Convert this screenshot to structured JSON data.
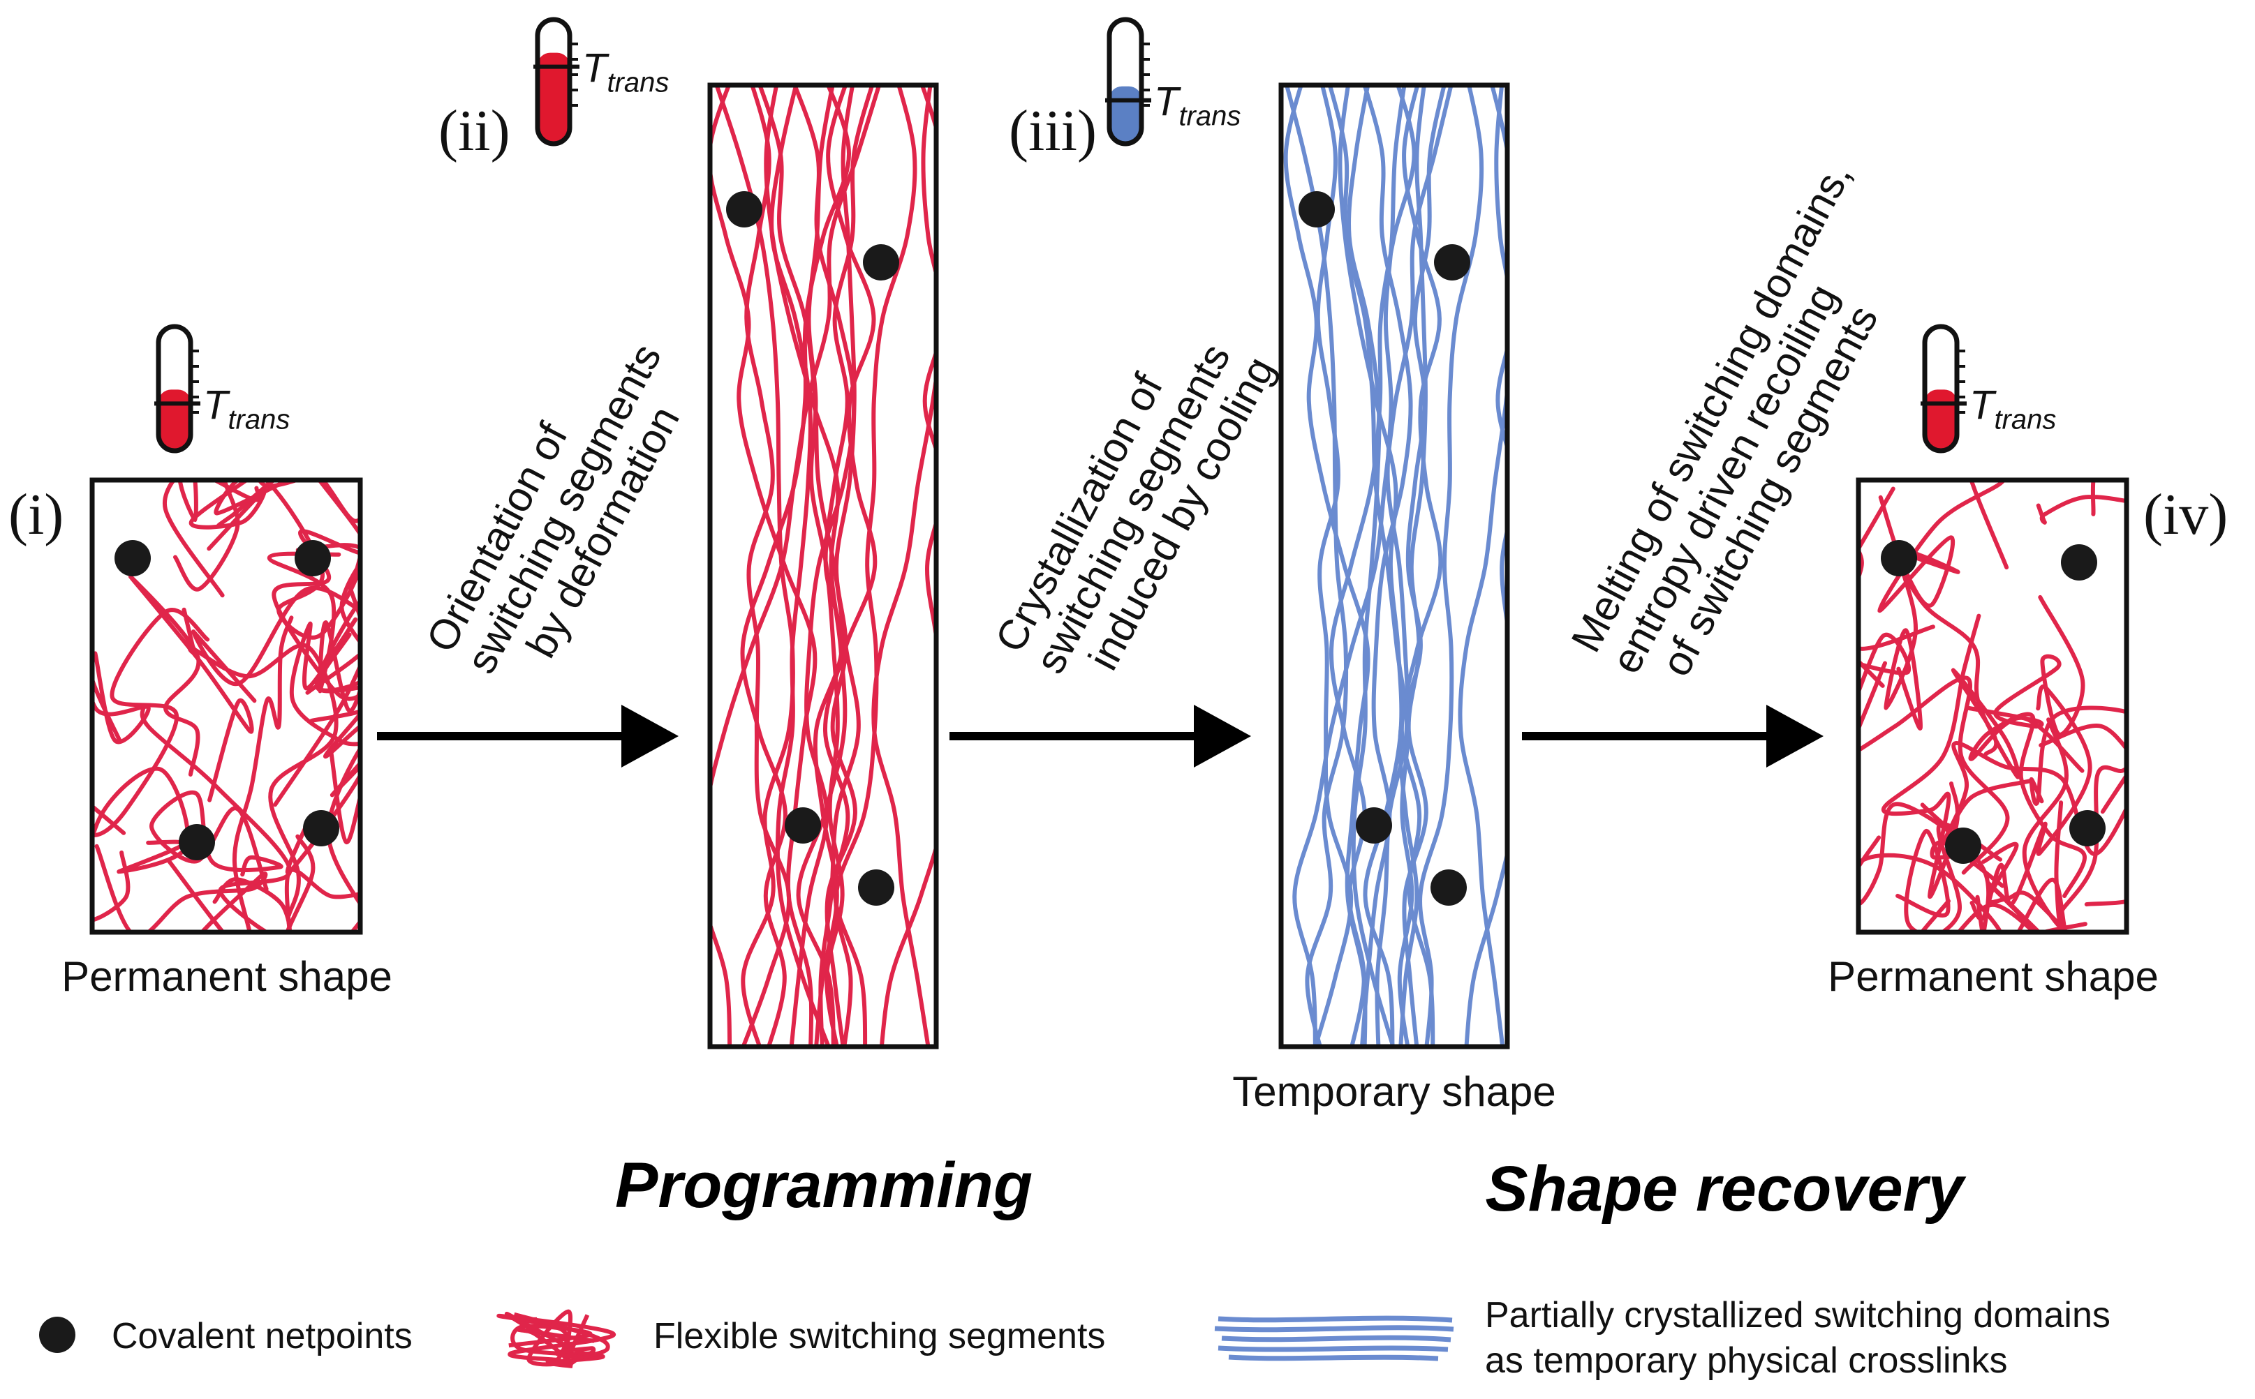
{
  "stages": {
    "i": {
      "label": "(i)",
      "caption": "Permanent shape"
    },
    "ii": {
      "label": "(ii)"
    },
    "iii": {
      "label": "(iii)",
      "caption": "Temporary shape"
    },
    "iv": {
      "label": "(iv)",
      "caption": "Permanent shape"
    }
  },
  "thermometer": {
    "symbol": "T",
    "subscript": "trans"
  },
  "arrows": {
    "a1": [
      "Orientation of",
      "switching segments",
      "by deformation"
    ],
    "a2": [
      "Crystallization of",
      "switching segments",
      "induced by cooling"
    ],
    "a3": [
      "Melting of switching domains,",
      "entropy driven recoiling",
      "of switching segments"
    ]
  },
  "phases": {
    "programming": "Programming",
    "recovery": "Shape recovery"
  },
  "legend": {
    "netpoints": "Covalent netpoints",
    "segments": "Flexible switching segments",
    "domains_line1": "Partially crystallized switching domains",
    "domains_line2": "as temporary physical crosslinks"
  },
  "colors": {
    "hot": "#e0182e",
    "cold": "#5b80c4",
    "strand_red": "#e0254a",
    "strand_blue": "#6a8bd0",
    "netpoint": "#1a1a1a"
  },
  "icons": [
    "thermometer-hot-icon",
    "thermometer-cold-icon",
    "netpoint-icon",
    "coil-icon",
    "crystalline-lines-icon"
  ]
}
